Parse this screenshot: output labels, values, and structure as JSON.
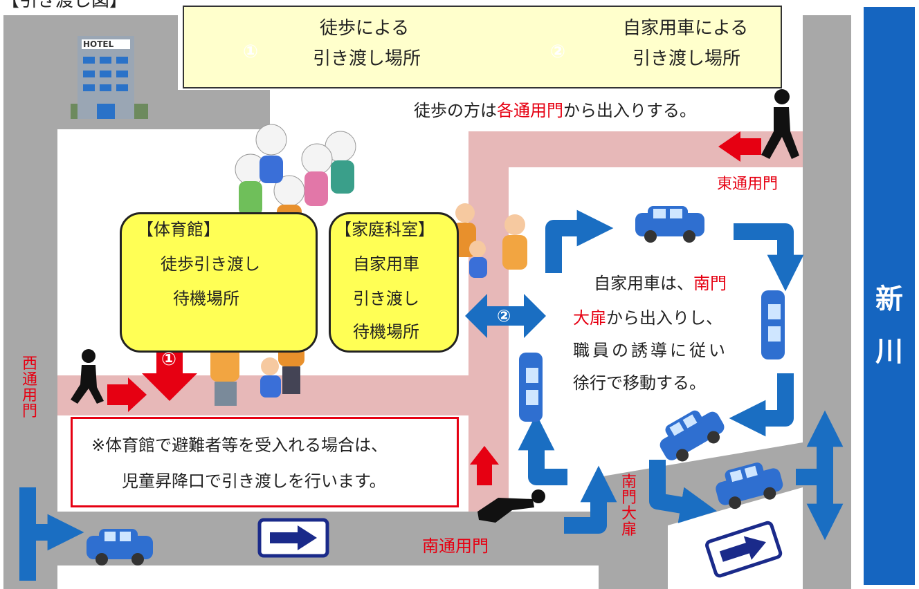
{
  "title": "【引き渡し図】",
  "legend": {
    "walk": {
      "number": "①",
      "line1": "徒歩による",
      "line2": "引き渡し場所"
    },
    "car": {
      "number": "②",
      "line1": "自家用車による",
      "line2": "引き渡し場所"
    }
  },
  "hotel_sign": "HOTEL",
  "walk_note": {
    "pre": "徒歩の方は",
    "highlight": "各通用門",
    "post": "から出入りする。"
  },
  "gates": {
    "east": "東通用門",
    "west": "西通用門",
    "south": "南通用門",
    "south_main": "南門大扉"
  },
  "river": "新川",
  "gym": {
    "title": "【体育館】",
    "line1": "徒歩引き渡し",
    "line2": "待機場所"
  },
  "home_ec": {
    "title": "【家庭科室】",
    "line1": "自家用車",
    "line2": "引き渡し",
    "line3": "待機場所"
  },
  "car_note": {
    "line1_pre": "自家用車は、",
    "line1_red": "南門",
    "line2_red": "大扉",
    "line2_post": "から出入りし、",
    "line3": "職員の誘導に従い",
    "line4": "徐行で移動する。"
  },
  "notice": {
    "line1": "※体育館で避難者等を受入れる場合は、",
    "line2": "児童昇降口で引き渡しを行います。"
  },
  "markers": {
    "one": "①",
    "two": "②"
  },
  "colors": {
    "red": "#e60012",
    "blue": "#1a6ec2",
    "road": "#a8a8a8",
    "path": "#e7b8b8",
    "yellow": "#ffff55",
    "legend_bg": "#ffffcc",
    "river": "#1565c0"
  }
}
